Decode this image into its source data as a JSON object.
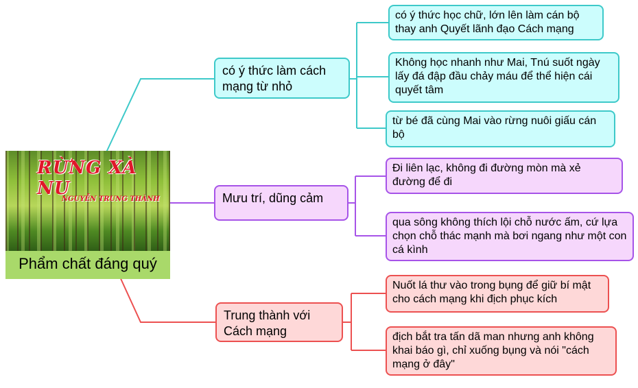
{
  "central": {
    "image_title": "RỪNG XÀ NU",
    "image_author": "NGUYỄN TRUNG THÀNH",
    "label": "Phẩm chất đáng quý"
  },
  "branches": [
    {
      "label": "có ý thức làm cách mạng từ nhỏ",
      "color": "#3dc9c9",
      "children": [
        "có ý thức học chữ, lớn lên làm cán bộ thay anh Quyết lãnh đạo Cách mạng",
        "Không học nhanh như Mai, Tnú suốt ngày lấy đá đập đầu chảy máu để thể hiện cái quyết tâm",
        "từ bé đã cùng Mai vào rừng nuôi giấu cán bộ"
      ]
    },
    {
      "label": "Mưu trí, dũng cảm",
      "color": "#a653e8",
      "children": [
        "Đi liên lạc, không đi đường mòn mà xẻ đường để đi",
        "qua sông không thích lội chỗ nước ấm, cứ lựa chọn chỗ thác mạnh mà bơi ngang như một con cá kình"
      ]
    },
    {
      "label": "Trung thành với Cách mạng",
      "color": "#ec5050",
      "children": [
        "Nuốt lá thư vào trong bụng để giữ bí mật cho cách mạng khi địch phục kích",
        "địch bắt tra tấn dã man nhưng anh không khai báo gì, chỉ xuống bụng và nói \"cách mạng ở đây\""
      ]
    }
  ]
}
